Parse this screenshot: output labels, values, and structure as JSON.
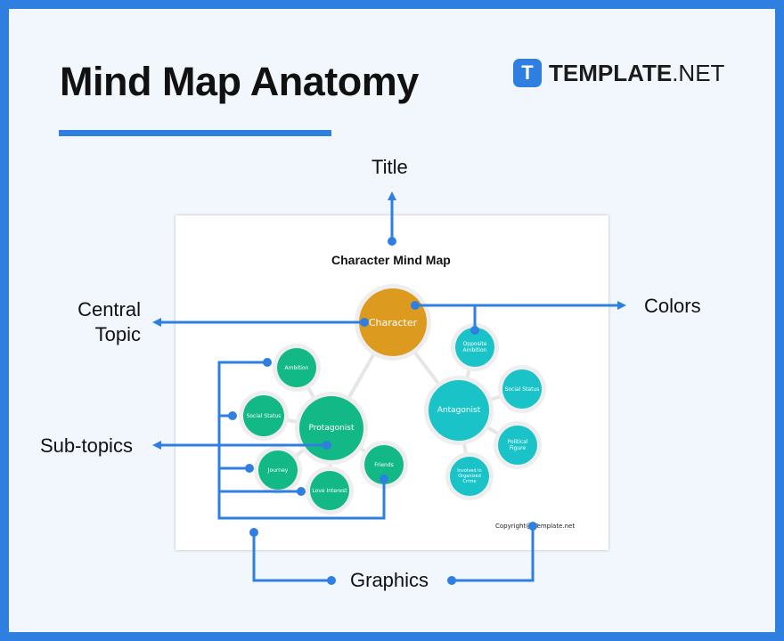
{
  "header": {
    "title": "Mind Map Anatomy",
    "brand_mark": "T",
    "brand_bold": "TEMPLATE",
    "brand_rest": ".NET"
  },
  "callouts": {
    "title": "Title",
    "colors": "Colors",
    "central_topic_line1": "Central",
    "central_topic_line2": "Topic",
    "sub_topics": "Sub-topics",
    "graphics": "Graphics"
  },
  "mind_map": {
    "title": "Character Mind Map",
    "central": "Character",
    "protagonist": "Protagonist",
    "antagonist": "Antagonist",
    "ambition": "Ambition",
    "social_status_left": "Social Status",
    "journey": "Journey",
    "love_interest": "Love Interest",
    "friends": "Friends",
    "opposite_ambition": "Opposite Ambition",
    "social_status_right": "Social Status",
    "political_figure": "Political Figure",
    "organized_crime": "Involved in Organized Crime",
    "copyright": "Copyright@ Template.net"
  },
  "colors": {
    "accent": "#2f7fe0",
    "central": "#dc9a1f",
    "protagonist_green": "#13b887",
    "antagonist_teal": "#19c3c8"
  }
}
